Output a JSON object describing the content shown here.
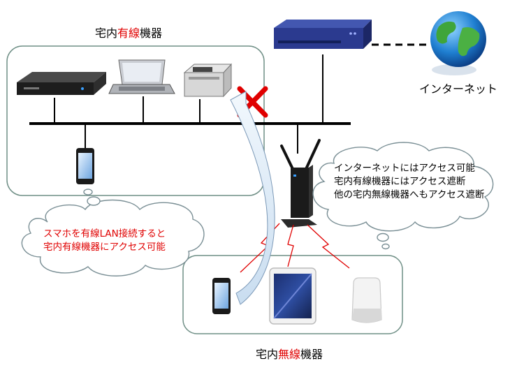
{
  "wired_group": {
    "prefix": "宅内",
    "highlight": "有線",
    "suffix": "機器"
  },
  "wireless_group": {
    "prefix": "宅内",
    "highlight": "無線",
    "suffix": "機器"
  },
  "internet_label": "インターネット",
  "left_cloud": {
    "lines": [
      "スマホを有線LAN接続すると",
      "宅内有線機器にアクセス可能"
    ]
  },
  "right_cloud": {
    "lines": [
      "インターネットにはアクセス可能",
      "宅内有線機器にはアクセス遮断",
      "他の宅内無線機器へもアクセス遮断"
    ]
  },
  "colors": {
    "highlight": "#e00000",
    "group_border": "#6f8f86",
    "router": "#2b3a8f",
    "block_x": "#e00000"
  }
}
